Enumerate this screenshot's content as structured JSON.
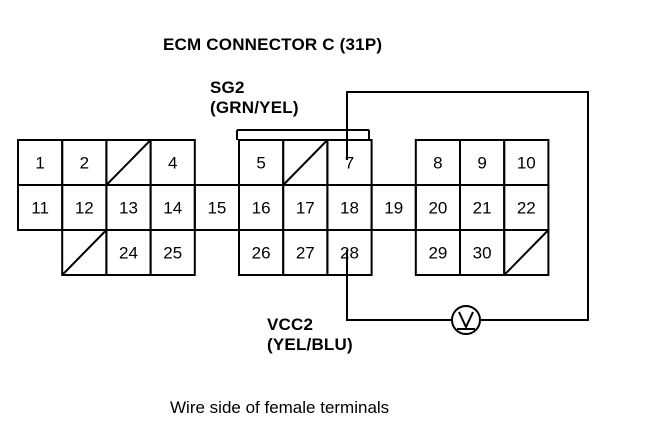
{
  "title": "ECM CONNECTOR C (31P)",
  "sg2": {
    "name": "SG2",
    "wire": "(GRN/YEL)"
  },
  "vcc2": {
    "name": "VCC2",
    "wire": "(YEL/BLU)"
  },
  "caption": "Wire side of female terminals",
  "meter_symbol": "voltmeter-icon",
  "rows": [
    [
      "1",
      "2",
      "/",
      "4",
      "",
      "5",
      "/",
      "7",
      "",
      "8",
      "9",
      "10"
    ],
    [
      "11",
      "12",
      "13",
      "14",
      "15",
      "16",
      "17",
      "18",
      "19",
      "20",
      "21",
      "22"
    ],
    [
      "",
      "/",
      "24",
      "25",
      "",
      "26",
      "27",
      "28",
      "",
      "29",
      "30",
      "/"
    ]
  ]
}
